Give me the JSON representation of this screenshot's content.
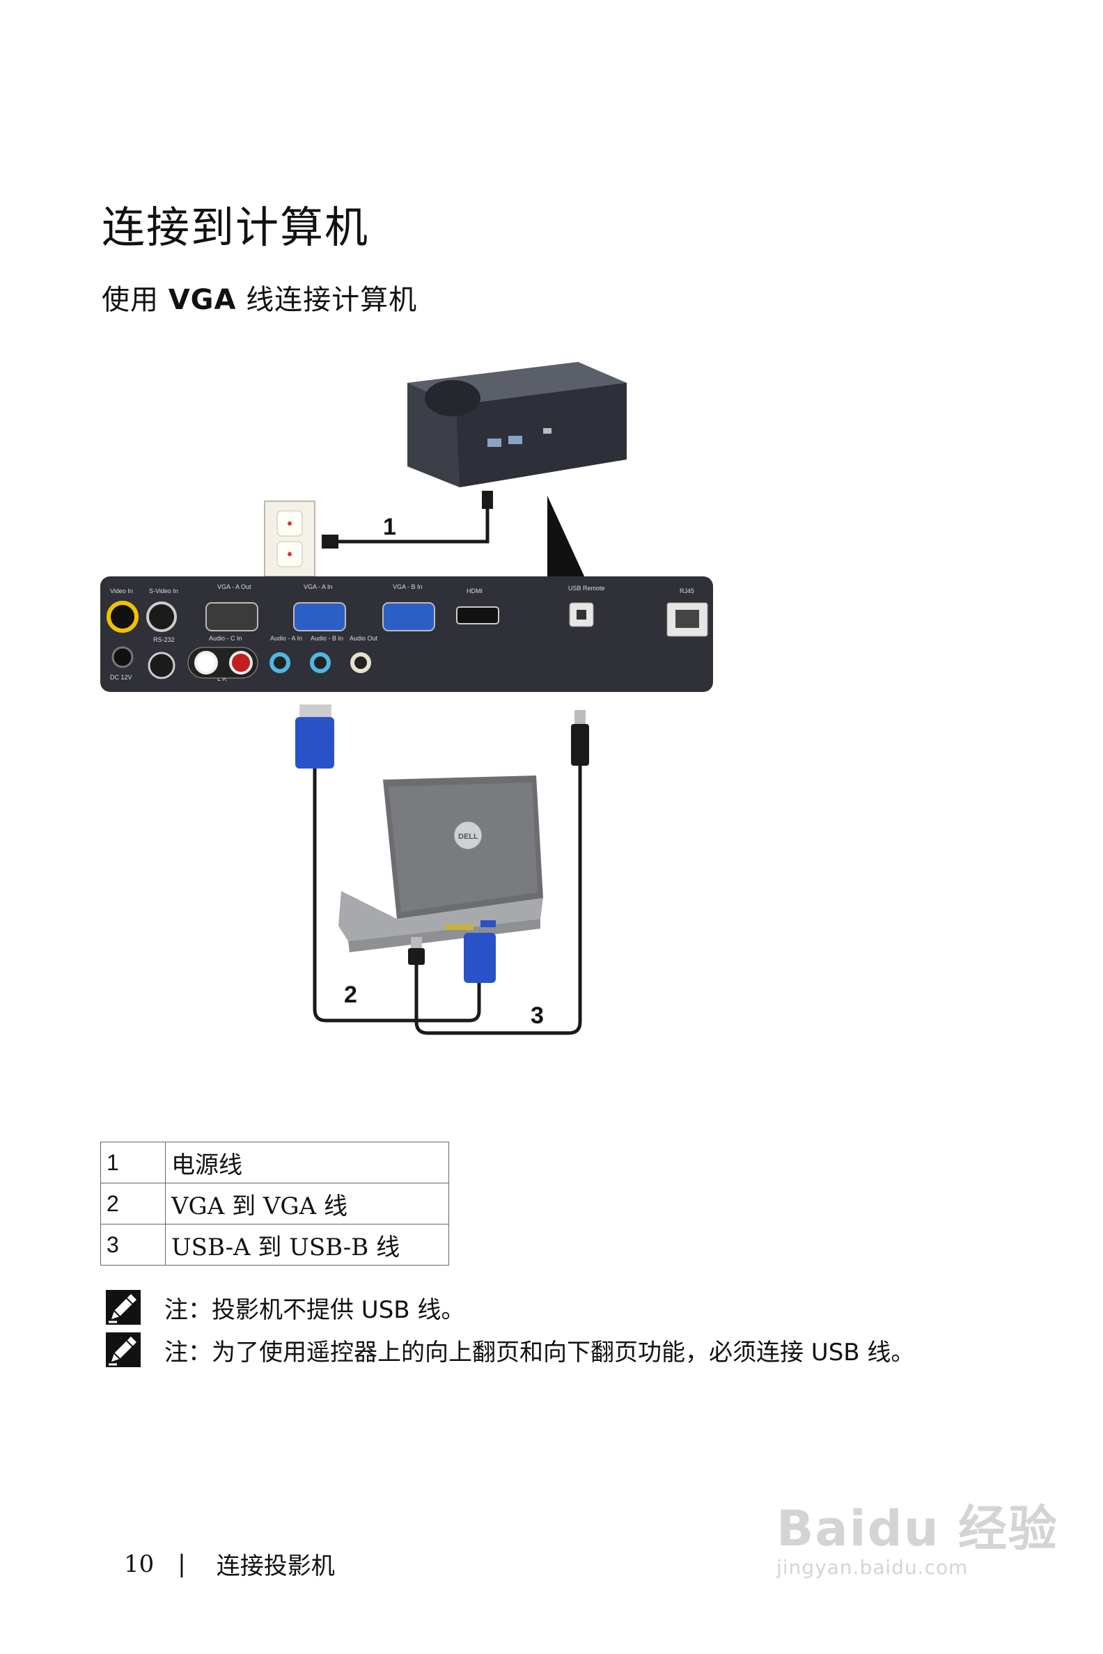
{
  "page": {
    "title": "连接到计算机",
    "subtitle_prefix": "使用",
    "subtitle_bold": "VGA",
    "subtitle_suffix": "线连接计算机"
  },
  "diagram": {
    "callouts": [
      "1",
      "2",
      "3"
    ],
    "port_labels": {
      "video_in": "Video In",
      "s_video_in": "S-Video In",
      "vga_a_out": "VGA - A Out",
      "vga_a_in": "VGA - A In",
      "vga_b_in": "VGA - B In",
      "hdmi": "HDMI",
      "usb_remote": "USB Remote",
      "rj45": "RJ45",
      "rs232": "RS-232",
      "audio_c_in": "Audio - C In",
      "audio_a_in": "Audio - A In",
      "audio_b_in": "Audio - B In",
      "audio_out": "Audio Out",
      "dc_12v": "DC 12V",
      "lr": "L    R"
    },
    "laptop_logo": "DELL"
  },
  "legend": [
    {
      "num": "1",
      "desc": "电源线"
    },
    {
      "num": "2",
      "desc": "VGA 到 VGA 线"
    },
    {
      "num": "3",
      "desc": "USB-A 到 USB-B 线"
    }
  ],
  "notes": [
    "注：投影机不提供 USB 线。",
    "注：为了使用遥控器上的向上翻页和向下翻页功能，必须连接 USB 线。"
  ],
  "footer": {
    "page_number": "10",
    "separator": "|",
    "section": "连接投影机"
  },
  "watermark": {
    "brand": "Baidu 经验",
    "url": "jingyan.baidu.com"
  }
}
